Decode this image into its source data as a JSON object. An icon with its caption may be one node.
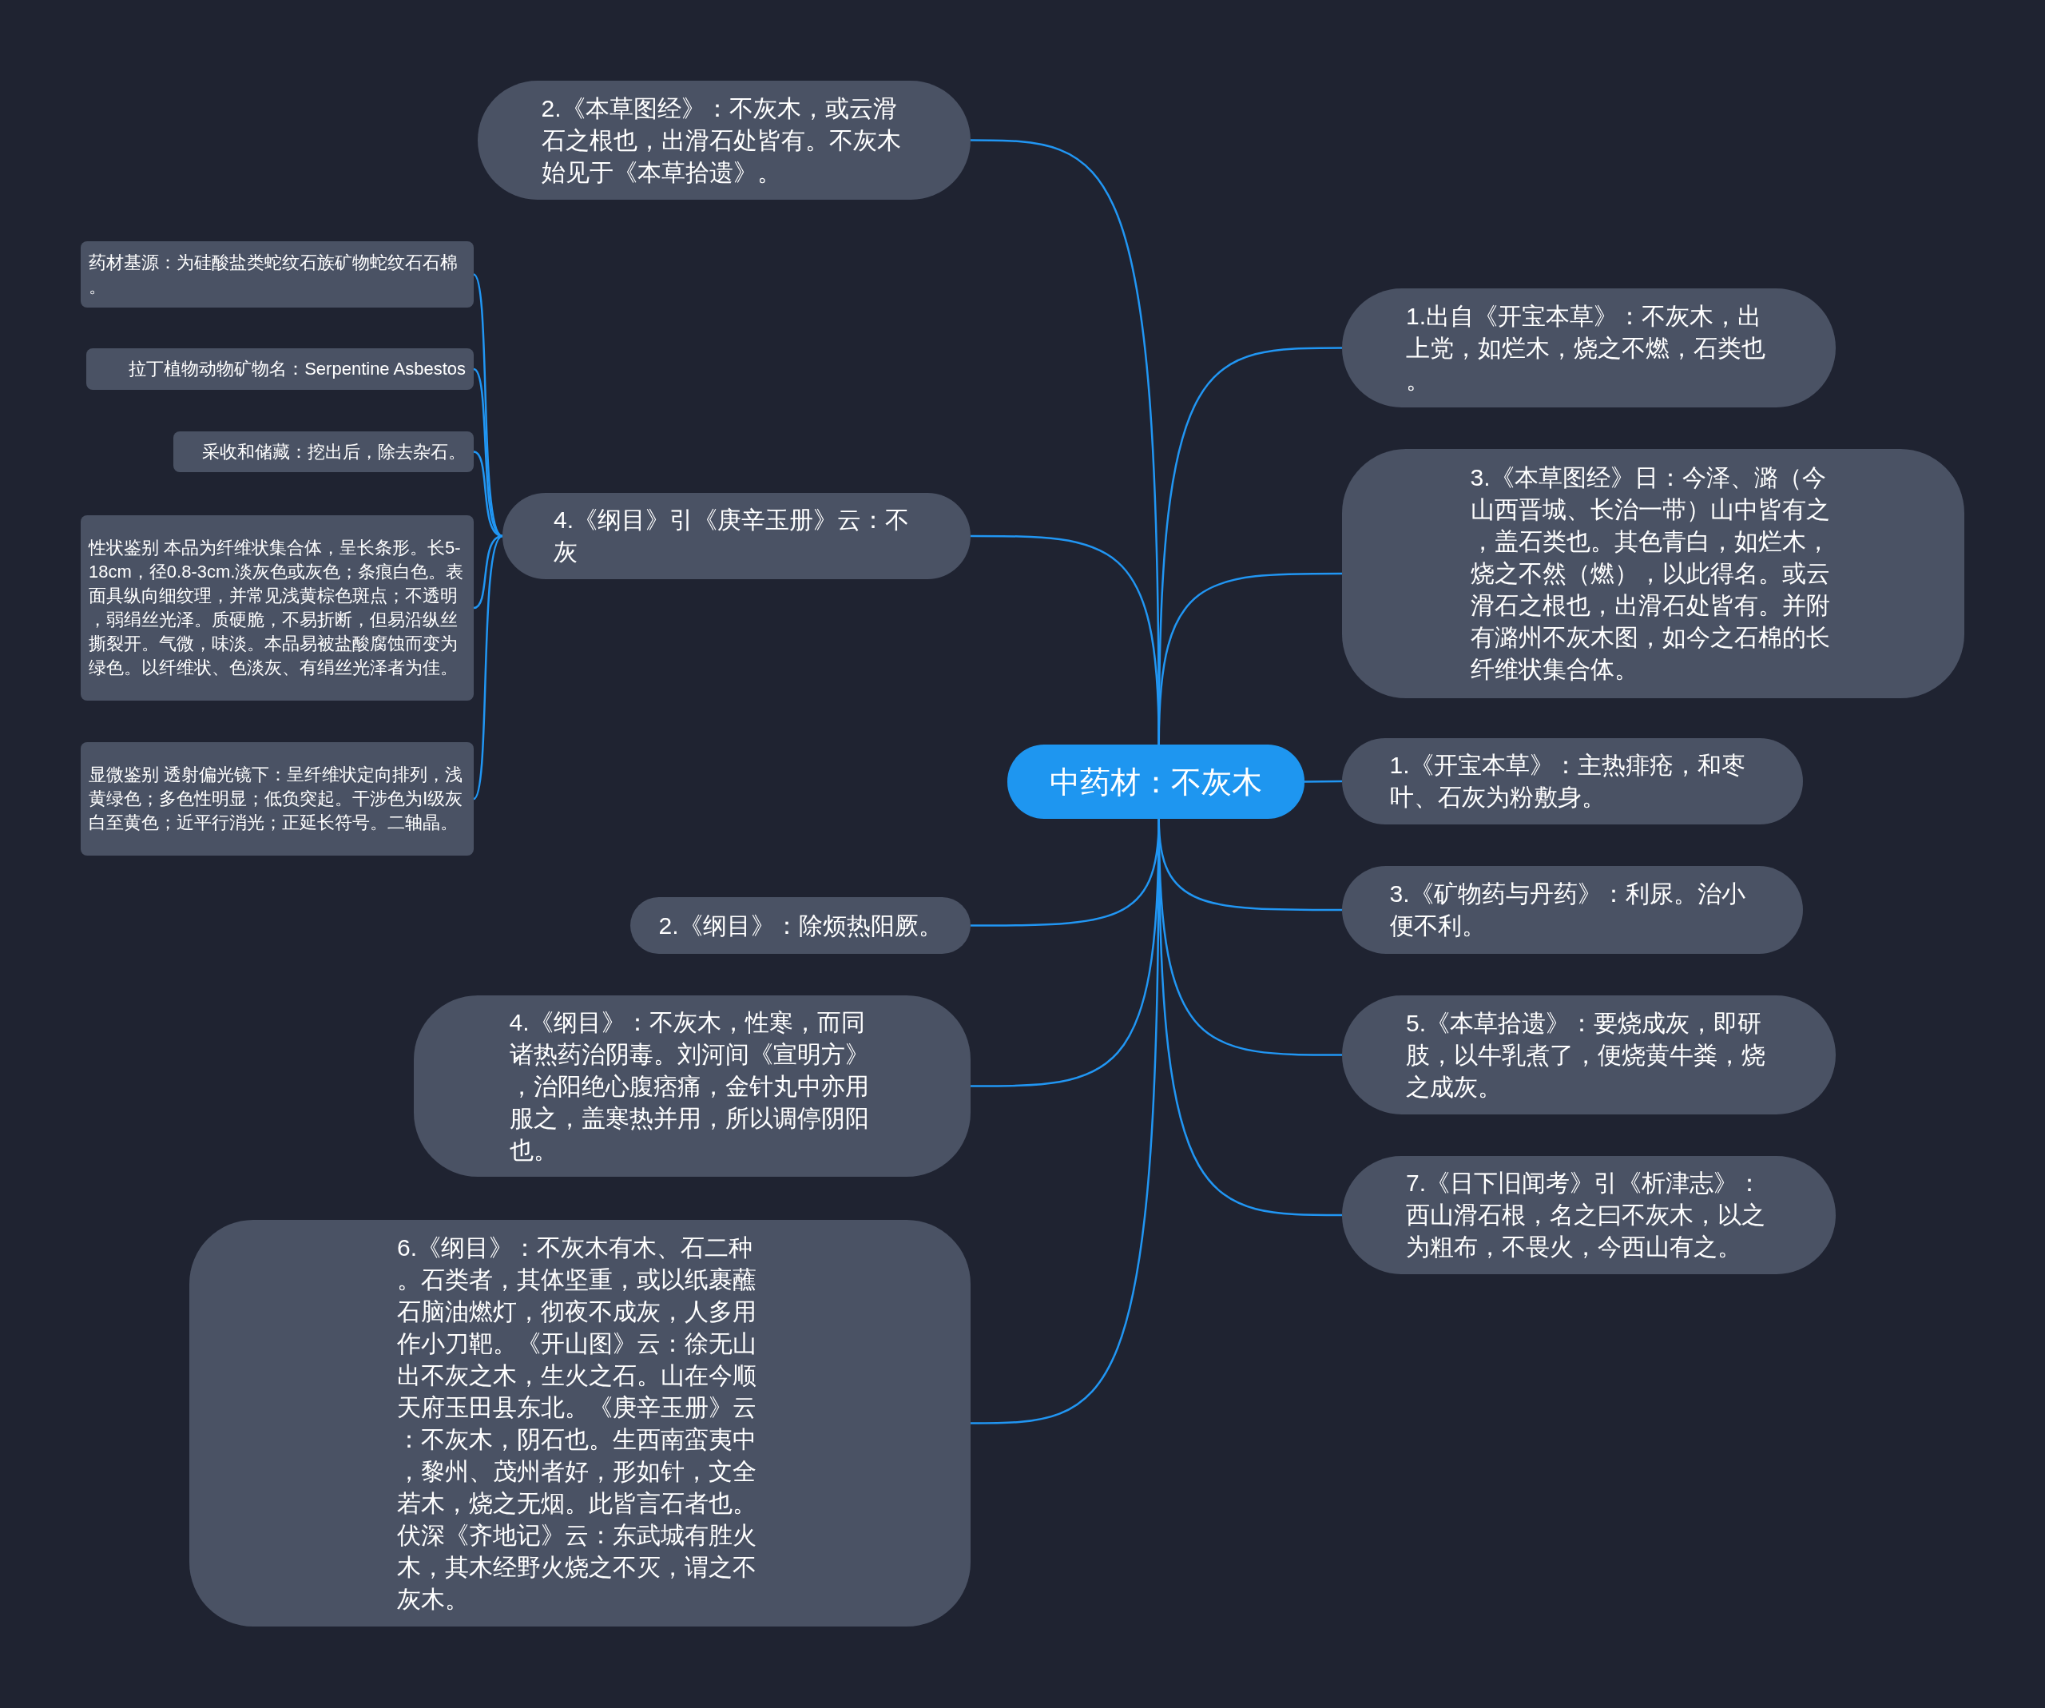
{
  "diagram": {
    "nodes": [
      {
        "text": [
          "中药材：不灰木"
        ]
      },
      {
        "text": [
          "2.《本草图经》：不灰木，或云滑石之根也，出滑石处皆有。不灰木始见于《本草拾遗》。"
        ]
      },
      {
        "text": [
          "4.《纲目》引《庚辛玉册》云：不灰"
        ]
      },
      {
        "text": [
          "药材基源：为硅酸盐类蛇纹石族矿物蛇纹石石棉。"
        ]
      },
      {
        "text": [
          "拉丁植物动物矿物名：Serpentine Asbestos"
        ]
      },
      {
        "text": [
          "采收和储藏：挖出后，除去杂石。"
        ]
      },
      {
        "text": [
          "性状鉴别 本品为纤维状集合体，呈长条形。长5-18cm，径0.8-3cm.淡灰色或灰色；条痕白色。表面具纵向细纹理，并常见浅黄棕色斑点；不透明，弱绢丝光泽。质硬脆，不易折断，但易沿纵丝撕裂开。气微，味淡。本品易被盐酸腐蚀而变为绿色。以纤维状、色淡灰、有绢丝光泽者为佳。"
        ]
      },
      {
        "text": [
          "显微鉴别 透射偏光镜下：呈纤维状定向排列，浅黄绿色；多色性明显；低负突起。干涉色为Ⅰ级灰白至黄色；近平行消光；正延长符号。二轴晶。"
        ]
      },
      {
        "text": [
          "2.《纲目》：除烦热阳厥。"
        ]
      },
      {
        "text": [
          "4.《纲目》：不灰木，性寒，而同诸热药治阴毒。刘河间《宣明方》，治阳绝心腹痞痛，金针丸中亦用服之，盖寒热并用，所以调停阴阳也。"
        ]
      },
      {
        "text": [
          "6.《纲目》：不灰木有木、石二种。石类者，其体坚重，或以纸裹蘸石脑油燃灯，彻夜不成灰，人多用作小刀靶。《开山图》云：徐无山出不灰之木，生火之石。山在今顺天府玉田县东北。《庚辛玉册》云：不灰木，阴石也。生西南蛮夷中，黎州、茂州者好，形如针，文全若木，烧之无烟。此皆言石者也。伏深《齐地记》云：东武城有胜火木，其木经野火烧之不灭，谓之不灰木。"
        ]
      },
      {
        "text": [
          "1.出自《开宝本草》：不灰木，出上党，如烂木，烧之不燃，石类也。"
        ]
      },
      {
        "text": [
          "3.《本草图经》日：今泽、潞（今山西晋城、长治一带）山中皆有之，盖石类也。其色青白，如烂木，烧之不然（燃），以此得名。或云滑石之根也，出滑石处皆有。并附有潞州不灰木图，如今之石棉的长纤维状集合体。"
        ]
      },
      {
        "text": [
          "1.《开宝本草》：主热痱疮，和枣叶、石灰为粉敷身。"
        ]
      },
      {
        "text": [
          "3.《矿物药与丹药》：利尿。治小便不利。"
        ]
      },
      {
        "text": [
          "5.《本草拾遗》：要烧成灰，即研肢，以牛乳煮了，便烧黄牛粪，烧之成灰。"
        ]
      },
      {
        "text": [
          "7.《日下旧闻考》引《析津志》：西山滑石根，名之曰不灰木，以之为粗布，不畏火，今西山有之。"
        ]
      }
    ],
    "edges": [
      {
        "from": 0,
        "to": 1,
        "arrow": "none"
      },
      {
        "from": 0,
        "to": 2,
        "arrow": "none"
      },
      {
        "from": 2,
        "to": 3,
        "arrow": "none"
      },
      {
        "from": 2,
        "to": 4,
        "arrow": "none"
      },
      {
        "from": 2,
        "to": 5,
        "arrow": "none"
      },
      {
        "from": 2,
        "to": 6,
        "arrow": "none"
      },
      {
        "from": 2,
        "to": 7,
        "arrow": "none"
      },
      {
        "from": 0,
        "to": 8,
        "arrow": "none"
      },
      {
        "from": 0,
        "to": 9,
        "arrow": "none"
      },
      {
        "from": 0,
        "to": 10,
        "arrow": "none"
      },
      {
        "from": 0,
        "to": 11,
        "arrow": "none"
      },
      {
        "from": 0,
        "to": 12,
        "arrow": "none"
      },
      {
        "from": 0,
        "to": 13,
        "arrow": "none"
      },
      {
        "from": 0,
        "to": 14,
        "arrow": "none"
      },
      {
        "from": 0,
        "to": 15,
        "arrow": "none"
      },
      {
        "from": 0,
        "to": 16,
        "arrow": "none"
      }
    ]
  }
}
